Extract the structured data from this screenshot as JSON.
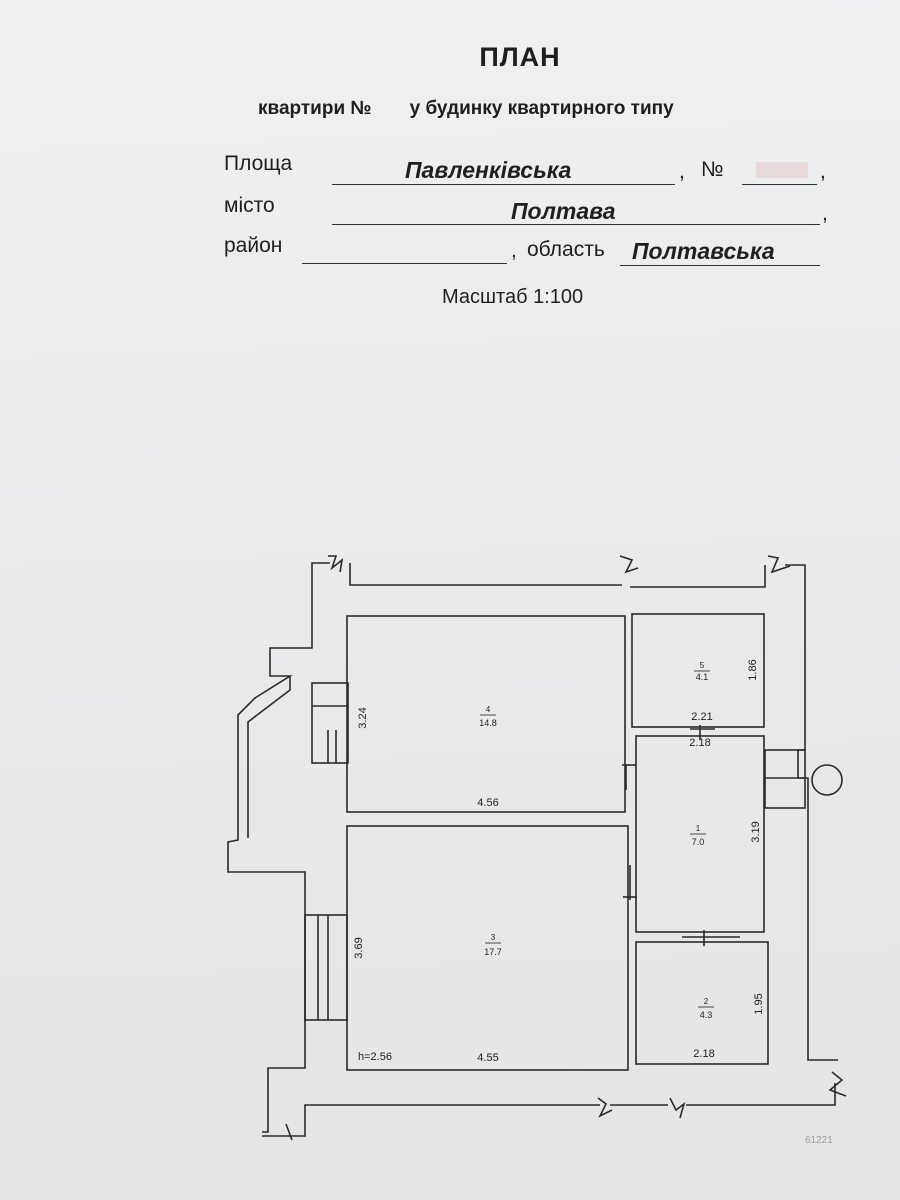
{
  "header": {
    "title": "ПЛАН",
    "subtitle_left": "квартири  №",
    "subtitle_right": "у будинку квартирного типу"
  },
  "address": {
    "square_label": "Площа",
    "square_value": "Павленківська",
    "number_label": "№",
    "city_label": "місто",
    "city_value": "Полтава",
    "district_label": "район",
    "region_label": "область",
    "region_value": "Полтавська",
    "comma": ","
  },
  "scale": "Масштаб 1:100",
  "plan": {
    "ceiling_height": "h=2.56",
    "rooms": [
      {
        "number": "4",
        "area": "14.8",
        "width": "4.56",
        "length": "3.24"
      },
      {
        "number": "3",
        "area": "17.7",
        "width": "4.55",
        "length": "3.69"
      },
      {
        "number": "5",
        "area": "4.1",
        "width": "2.21",
        "length": "1.86"
      },
      {
        "number": "1",
        "area": "7.0",
        "width": "2.18",
        "length": "3.19"
      },
      {
        "number": "2",
        "area": "4.3",
        "width": "2.18",
        "length": "1.95"
      }
    ]
  },
  "stamp": "61221"
}
